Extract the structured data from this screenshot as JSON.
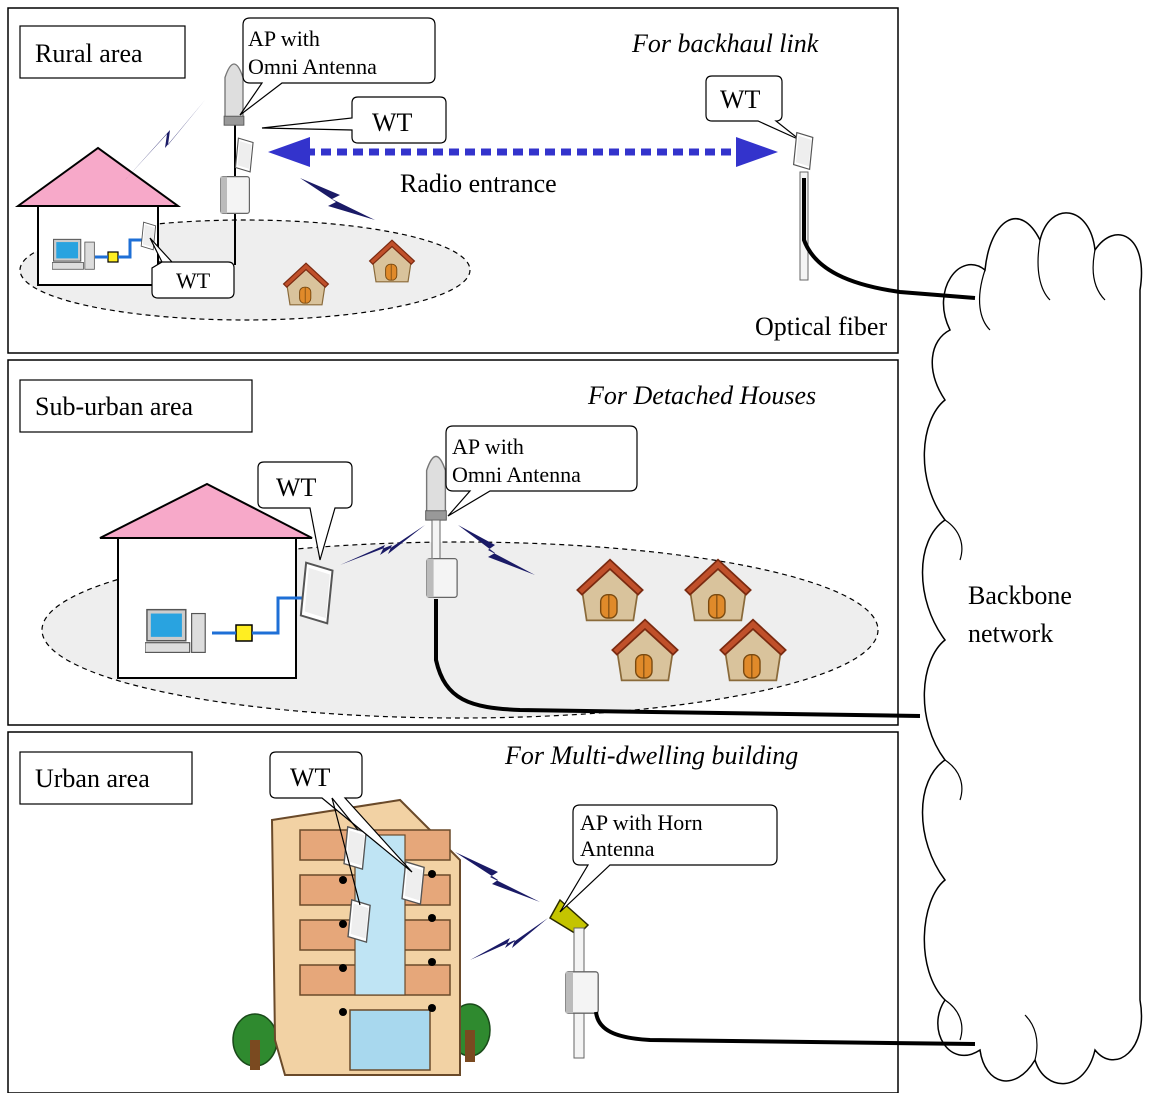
{
  "rural": {
    "label": "Rural area",
    "caption": "For backhaul link",
    "ap_line1": "AP with",
    "ap_line2": "Omni Antenna",
    "wt_mid": "WT",
    "wt_far": "WT",
    "wt_house": "WT",
    "radio_entrance": "Radio entrance",
    "optical_fiber": "Optical fiber"
  },
  "suburban": {
    "label": "Sub-urban area",
    "caption": "For Detached Houses",
    "ap_line1": "AP with",
    "ap_line2": "Omni Antenna",
    "wt": "WT"
  },
  "urban": {
    "label": "Urban area",
    "caption": "For Multi-dwelling building",
    "ap_line1": "AP with Horn",
    "ap_line2": "Antenna",
    "wt": "WT"
  },
  "backbone": {
    "line1": "Backbone",
    "line2": "network"
  },
  "colors": {
    "radio_link": "#3333cc",
    "roof": "#f7a9c9",
    "lightning": "#1a1a66",
    "cable": "#000000",
    "lan_cable": "#1e6fd6",
    "coverage": "#eeeeee"
  }
}
